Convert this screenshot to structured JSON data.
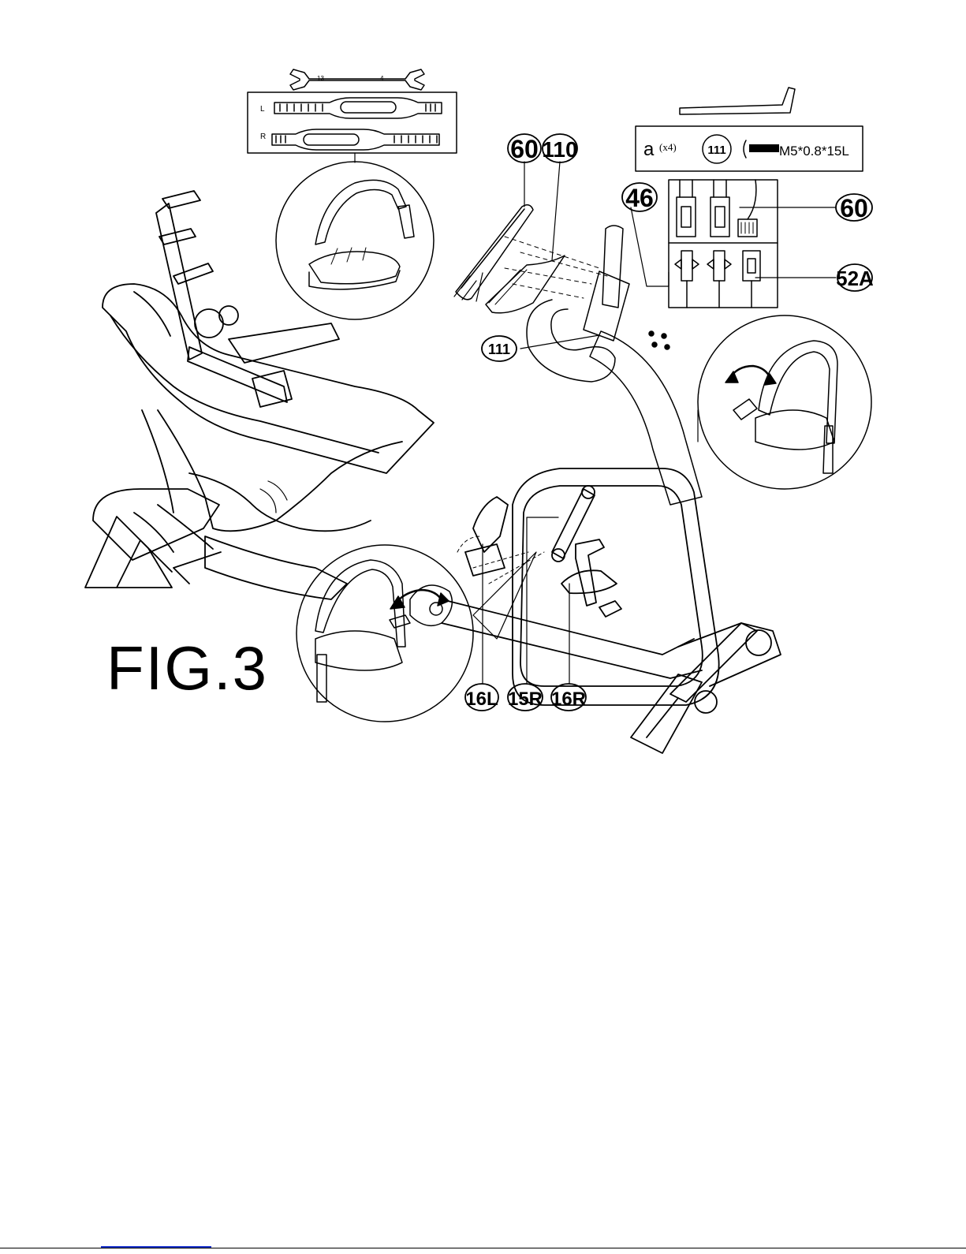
{
  "figure": {
    "title": "FIG.3"
  },
  "callouts": {
    "c60_top": "60",
    "c110": "110",
    "c46": "46",
    "c60_right": "60",
    "c52a": "52A",
    "c111": "111",
    "c16l": "16L",
    "c15r": "15R",
    "c16r": "16R"
  },
  "hardware_box": {
    "letter": "a",
    "qty": "(x4)",
    "part": "111",
    "spec": "M5*0.8*15L"
  },
  "strap_box": {
    "left_label": "L",
    "right_label": "R"
  },
  "wrench": {
    "size_a": "13",
    "size_b": "4"
  }
}
